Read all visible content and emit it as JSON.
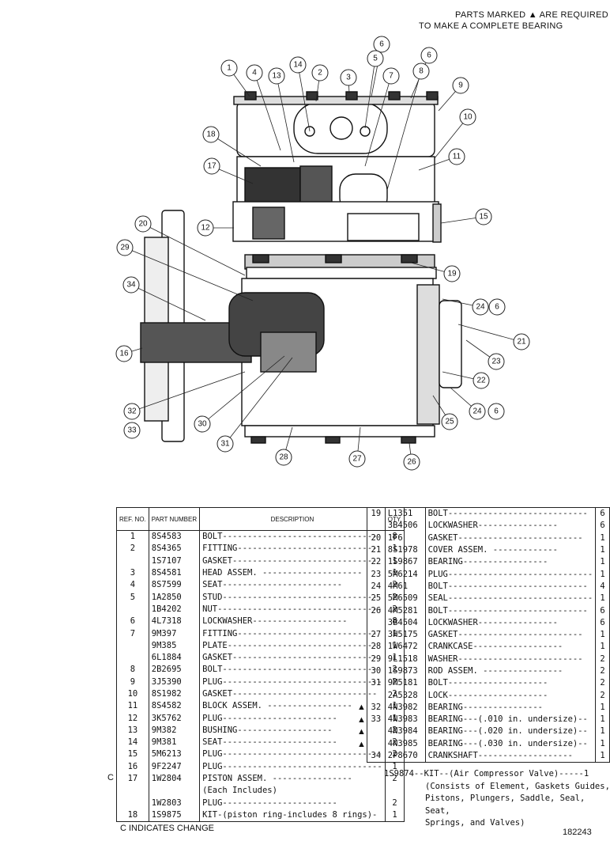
{
  "header_note": [
    "PARTS MARKED ▲ ARE REQUIRED",
    "TO MAKE A COMPLETE BEARING"
  ],
  "callouts": [
    "1",
    "4",
    "13",
    "14",
    "2",
    "3",
    "6",
    "5",
    "6",
    "7",
    "8",
    "9",
    "10",
    "11",
    "18",
    "17",
    "12",
    "15",
    "20",
    "29",
    "19",
    "34",
    "24",
    "6",
    "21",
    "16",
    "23",
    "22",
    "32",
    "33",
    "30",
    "24",
    "6",
    "25",
    "31",
    "28",
    "27",
    "26"
  ],
  "table_headers": {
    "ref": "REF. NO.",
    "part": "PART NUMBER",
    "desc": "DESCRIPTION",
    "qty": "QTY."
  },
  "left_rows": [
    {
      "m": "",
      "ref": "1",
      "pn": "8S4583",
      "desc": "BOLT-------------------------------",
      "qty": "8"
    },
    {
      "m": "",
      "ref": "2",
      "pn": "8S4365",
      "desc": "FITTING----------------------------",
      "qty": "1"
    },
    {
      "m": "",
      "ref": "",
      "pn": "1S7107",
      "desc": "GASKET-----------------------------",
      "qty": "1"
    },
    {
      "m": "",
      "ref": "3",
      "pn": "8S4581",
      "desc": "HEAD ASSEM. --------------------",
      "qty": "1"
    },
    {
      "m": "",
      "ref": "4",
      "pn": "8S7599",
      "desc": "        SEAT------------------------",
      "qty": "2"
    },
    {
      "m": "",
      "ref": "5",
      "pn": "1A2850",
      "desc": "STUD-------------------------------",
      "qty": "2"
    },
    {
      "m": "",
      "ref": "",
      "pn": "1B4202",
      "desc": "NUT---------------------------------",
      "qty": "2"
    },
    {
      "m": "",
      "ref": "6",
      "pn": "4L7318",
      "desc": "LOCKWASHER-------------------",
      "qty": "8"
    },
    {
      "m": "",
      "ref": "7",
      "pn": "9M397",
      "desc": "FITTING----------------------------",
      "qty": "1"
    },
    {
      "m": "",
      "ref": "",
      "pn": "9M385",
      "desc": "PLATE------------------------------",
      "qty": "1"
    },
    {
      "m": "",
      "ref": "",
      "pn": "6L1884",
      "desc": "GASKET-----------------------------",
      "qty": "1"
    },
    {
      "m": "",
      "ref": "8",
      "pn": "2B2695",
      "desc": "BOLT-------------------------------",
      "qty": "2"
    },
    {
      "m": "",
      "ref": "9",
      "pn": "3J5390",
      "desc": "PLUG--------------------------------",
      "qty": "2"
    },
    {
      "m": "",
      "ref": "10",
      "pn": "8S1982",
      "desc": "GASKET-----------------------------",
      "qty": "2"
    },
    {
      "m": "",
      "ref": "11",
      "pn": "8S4582",
      "desc": "BLOCK ASSEM. -----------------",
      "qty": "1"
    },
    {
      "m": "",
      "ref": "12",
      "pn": "3K5762",
      "desc": "        PLUG-----------------------",
      "qty": "1"
    },
    {
      "m": "",
      "ref": "13",
      "pn": "9M382",
      "desc": "        BUSHING-------------------",
      "qty": "2"
    },
    {
      "m": "",
      "ref": "14",
      "pn": "9M381",
      "desc": "        SEAT-----------------------",
      "qty": "2"
    },
    {
      "m": "",
      "ref": "15",
      "pn": "5M6213",
      "desc": "PLUG--------------------------------",
      "qty": "2"
    },
    {
      "m": "",
      "ref": "16",
      "pn": "9F2247",
      "desc": "PLUG--------------------------------",
      "qty": "1"
    },
    {
      "m": "C",
      "ref": "17",
      "pn": "1W2804",
      "desc": "PISTON ASSEM. ----------------",
      "qty": "2"
    },
    {
      "m": "",
      "ref": "",
      "pn": "",
      "desc": "      (Each Includes)",
      "qty": ""
    },
    {
      "m": "",
      "ref": "",
      "pn": "1W2803",
      "desc": "        PLUG-----------------------",
      "qty": "2"
    },
    {
      "m": "",
      "ref": "18",
      "pn": "1S9875",
      "desc": "KIT-(piston ring-includes 8 rings)-",
      "qty": "1"
    }
  ],
  "right_rows": [
    {
      "ref": "19",
      "pn": "L1351",
      "desc": "BOLT----------------------------",
      "qty": "6"
    },
    {
      "ref": "",
      "pn": "3B4506",
      "desc": "LOCKWASHER----------------",
      "qty": "6"
    },
    {
      "ref": "20",
      "pn": "1F6",
      "desc": "GASKET-------------------------",
      "qty": "1"
    },
    {
      "ref": "21",
      "pn": "8S1978",
      "desc": "COVER ASSEM. -------------",
      "qty": "1"
    },
    {
      "ref": "22",
      "pn": "1S9867",
      "desc": "        BEARING-----------------",
      "qty": "1"
    },
    {
      "ref": "23",
      "pn": "5M6214",
      "desc": "PLUG-----------------------------",
      "qty": "1"
    },
    {
      "ref": "24",
      "pn": "4M61",
      "desc": "BOLT----------------------------",
      "qty": "4"
    },
    {
      "ref": "25",
      "pn": "5M6509",
      "desc": "SEAL-----------------------------",
      "qty": "1"
    },
    {
      "ref": "26",
      "pn": "4M5281",
      "desc": "BOLT----------------------------",
      "qty": "6"
    },
    {
      "ref": "",
      "pn": "3B4504",
      "desc": "LOCKWASHER----------------",
      "qty": "6"
    },
    {
      "ref": "27",
      "pn": "3H5175",
      "desc": "GASKET-------------------------",
      "qty": "1"
    },
    {
      "ref": "28",
      "pn": "1W6472",
      "desc": "CRANKCASE------------------",
      "qty": "1"
    },
    {
      "ref": "29",
      "pn": "9L1518",
      "desc": "WASHER-------------------------",
      "qty": "2"
    },
    {
      "ref": "30",
      "pn": "1S9873",
      "desc": "ROD ASSEM. ----------------",
      "qty": "2"
    },
    {
      "ref": "31",
      "pn": "9M5181",
      "desc": "        BOLT--------------------",
      "qty": "2"
    },
    {
      "ref": "",
      "pn": "2A5328",
      "desc": "        LOCK--------------------",
      "qty": "2"
    },
    {
      "ref": "32",
      "pn": "4N3982",
      "desc": "        BEARING----------------",
      "qty": "1"
    },
    {
      "ref": "33",
      "pn": "4N3983",
      "desc": "BEARING---(.010 in. undersize)--",
      "qty": "1"
    },
    {
      "ref": "",
      "pn": "4N3984",
      "desc": "BEARING---(.020 in. undersize)--",
      "qty": "1"
    },
    {
      "ref": "",
      "pn": "4N3985",
      "desc": "BEARING---(.030 in. undersize)--",
      "qty": "1"
    },
    {
      "ref": "34",
      "pn": "2P8670",
      "desc": "CRANKSHAFT-------------------",
      "qty": "1"
    }
  ],
  "kit_note": [
    "1S9874--KIT--(Air Compressor Valve)-----1",
    "(Consists of Element, Gaskets Guides,",
    "Pistons, Plungers, Saddle, Seal, Seat,",
    "Springs, and Valves)"
  ],
  "footer_left": "C  INDICATES  CHANGE",
  "footer_right": "182243"
}
